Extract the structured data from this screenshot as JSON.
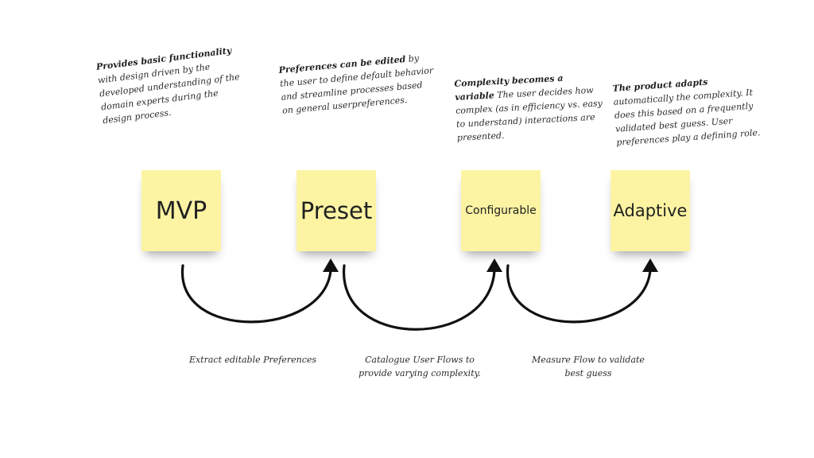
{
  "stages": [
    {
      "note": "MVP",
      "heading": "Provides basic functionality",
      "description": "with design driven by the developed understanding of the domain experts during the design process."
    },
    {
      "note": "Preset",
      "heading": "Preferences can be edited",
      "description": "by the user to define default behavior and streamline processes based on general userpreferences."
    },
    {
      "note": "Configurable",
      "heading": "Complexity becomes a variable",
      "description": "The user decides how complex (as in efficiency vs. easy to understand) interactions are presented."
    },
    {
      "note": "Adaptive",
      "heading": "The product adapts",
      "description": "automatically the complexity. It does this based on a frequently validated best guess. User preferences play a defining role."
    }
  ],
  "transitions": [
    {
      "label": "Extract editable Preferences"
    },
    {
      "label": "Catalogue User Flows to provide varying complexity."
    },
    {
      "label": "Measure Flow to validate best guess"
    }
  ],
  "colors": {
    "note": "#fcf4a3",
    "ink": "#111111",
    "text": "#2b2b2b"
  }
}
